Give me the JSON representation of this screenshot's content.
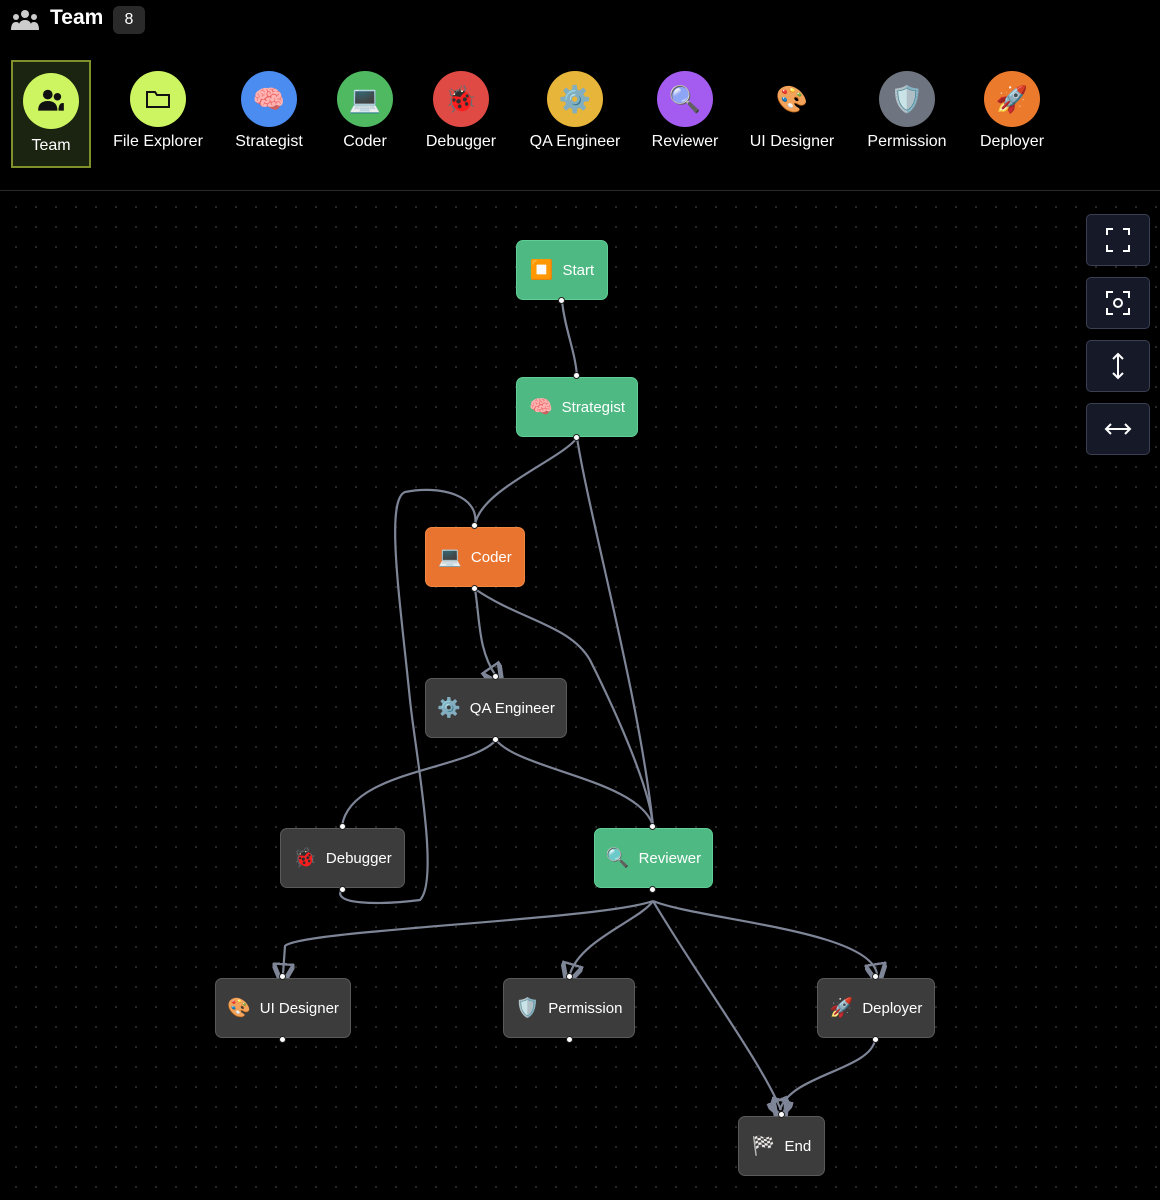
{
  "header": {
    "title": "Team",
    "count": "8"
  },
  "agents": [
    {
      "label": "Team",
      "icon": "team-icon",
      "color": "#cdf461",
      "selected": true
    },
    {
      "label": "File Explorer",
      "icon": "folder-icon",
      "color": "#cdf461"
    },
    {
      "label": "Strategist",
      "icon": "brain-icon",
      "color": "#4a8cf0"
    },
    {
      "label": "Coder",
      "icon": "laptop-icon",
      "color": "#4fb962"
    },
    {
      "label": "Debugger",
      "icon": "ladybug-icon",
      "color": "#e04a45"
    },
    {
      "label": "QA Engineer",
      "icon": "gear-icon",
      "color": "#e7b53a"
    },
    {
      "label": "Reviewer",
      "icon": "magnifier-icon",
      "color": "#a45cf0"
    },
    {
      "label": "UI Designer",
      "icon": "palette-icon",
      "color": "#000000"
    },
    {
      "label": "Permission",
      "icon": "shield-icon",
      "color": "#6e7480"
    },
    {
      "label": "Deployer",
      "icon": "rocket-icon",
      "color": "#ec7a2d"
    }
  ],
  "nodes": {
    "start": {
      "label": "Start",
      "icon": "stop-button-icon",
      "status": "green"
    },
    "strategist": {
      "label": "Strategist",
      "icon": "brain-icon",
      "status": "green"
    },
    "coder": {
      "label": "Coder",
      "icon": "laptop-icon",
      "status": "orange"
    },
    "qa": {
      "label": "QA Engineer",
      "icon": "gear-icon",
      "status": "gray"
    },
    "debugger": {
      "label": "Debugger",
      "icon": "ladybug-icon",
      "status": "gray"
    },
    "reviewer": {
      "label": "Reviewer",
      "icon": "magnifier-icon",
      "status": "green"
    },
    "uidesigner": {
      "label": "UI Designer",
      "icon": "palette-icon",
      "status": "gray"
    },
    "permission": {
      "label": "Permission",
      "icon": "shield-icon",
      "status": "gray"
    },
    "deployer": {
      "label": "Deployer",
      "icon": "rocket-icon",
      "status": "gray"
    },
    "end": {
      "label": "End",
      "icon": "checkered-flag-icon",
      "status": "gray"
    }
  },
  "controls": [
    "fullscreen-icon",
    "focus-icon",
    "fit-vertical-icon",
    "fit-horizontal-icon"
  ]
}
